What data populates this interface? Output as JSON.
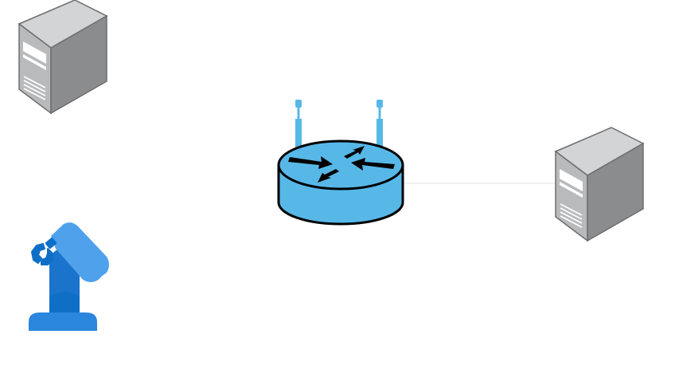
{
  "diagram": {
    "nodes": [
      {
        "id": "server-top-left",
        "type": "server",
        "label": ""
      },
      {
        "id": "robot-arm",
        "type": "robot-arm",
        "label": ""
      },
      {
        "id": "wifi-router",
        "type": "router",
        "label": ""
      },
      {
        "id": "server-right",
        "type": "server",
        "label": ""
      }
    ],
    "edges": [
      {
        "from": "wifi-router",
        "to": "server-right"
      }
    ],
    "colors": {
      "server_front": "#b9babc",
      "server_side": "#8b8c8e",
      "server_top": "#d3d4d6",
      "router_fill": "#57b8e8",
      "router_outline": "#000000",
      "antenna": "#57b8e8",
      "robot_light": "#4fa1ec",
      "robot_dark": "#0f6fc7",
      "link": "#f2f2f2",
      "label_text": "#e6e6e6"
    },
    "icons": [
      "server-icon",
      "robot-arm-icon",
      "router-icon",
      "server-icon"
    ]
  }
}
